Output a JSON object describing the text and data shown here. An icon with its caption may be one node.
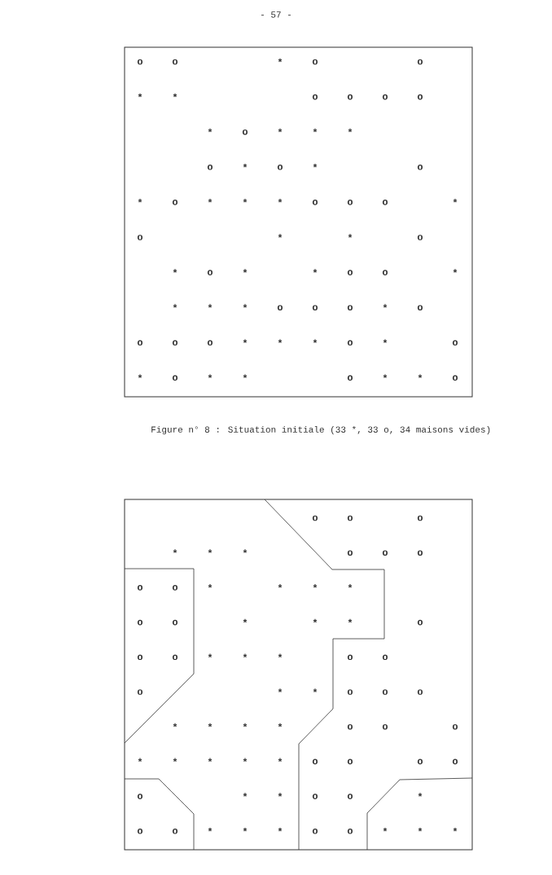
{
  "diagram": {
    "caption": "Figure n° 8 : Situation initiale (33 *, 33 o, 34 maisons vides)",
    "labels": [
      "- 57 -",
      "o",
      "o",
      "*",
      "o",
      "o",
      "*",
      "*",
      "o",
      "o",
      "o",
      "o",
      "*",
      "o",
      "*",
      "*",
      "*",
      "o",
      "*",
      "o",
      "*",
      "o",
      "*",
      "o",
      "*",
      "*",
      "*",
      "o",
      "o",
      "o",
      "*",
      "o",
      "*",
      "*",
      "o",
      "*",
      "o",
      "*",
      "*",
      "o",
      "o",
      "*",
      "*",
      "*",
      "*",
      "o",
      "o",
      "o",
      "*",
      "o",
      "o",
      "o",
      "o",
      "*",
      "*",
      "*",
      "o",
      "*",
      "o",
      "*",
      "o",
      "*",
      "*",
      "o",
      "*",
      "*",
      "o",
      "o",
      "o",
      "o",
      "*",
      "*",
      "*",
      "o",
      "o",
      "o",
      "o",
      "o",
      "*",
      "*",
      "*",
      "*",
      "o",
      "o",
      "*",
      "*",
      "*",
      "o",
      "o",
      "o",
      "*",
      "*",
      "*",
      "o",
      "o",
      "o",
      "*",
      "*",
      "o",
      "o",
      "o",
      "*",
      "*",
      "*",
      "*",
      "o",
      "o",
      "o",
      "*",
      "*",
      "*",
      "*",
      "*",
      "o",
      "o",
      "o",
      "o",
      "o",
      "*",
      "*",
      "o",
      "o",
      "*",
      "o",
      "o",
      "*",
      "*",
      "*",
      "o",
      "o",
      "*",
      "*",
      "*"
    ]
  }
}
